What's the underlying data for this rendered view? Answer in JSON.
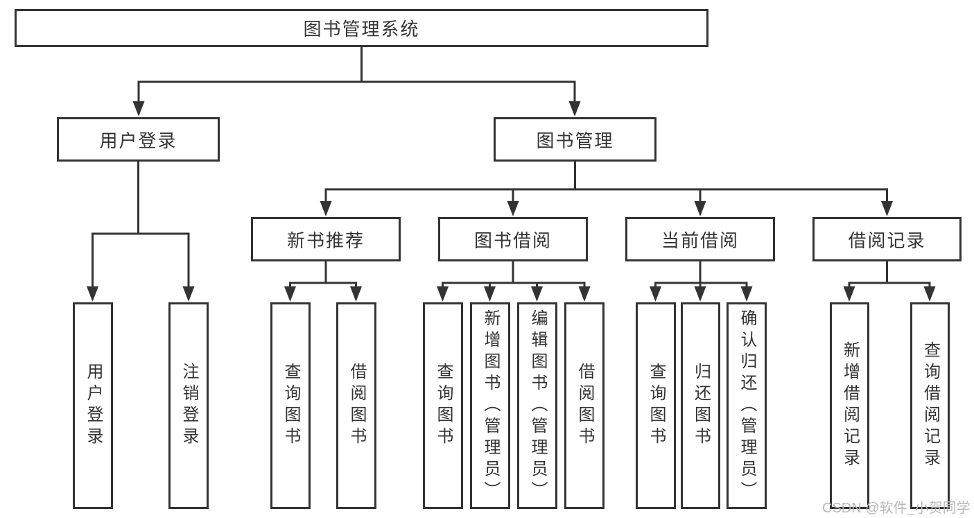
{
  "diagram": {
    "type": "hierarchy-tree",
    "tree": {
      "root": "图书管理系统",
      "user_login": {
        "label": "用户登录",
        "leaves": [
          "用户登录",
          "注销登录"
        ]
      },
      "book_mgmt": {
        "label": "图书管理"
      },
      "new_book_rec": {
        "label": "新书推荐",
        "leaves": [
          "查询图书",
          "借阅图书"
        ]
      },
      "book_borrow": {
        "label": "图书借阅",
        "leaves": [
          "查询图书",
          "新增图书（管理员）",
          "编辑图书（管理员）",
          "借阅图书"
        ]
      },
      "current_borrow": {
        "label": "当前借阅",
        "leaves": [
          "查询图书",
          "归还图书",
          "确认归还（管理员）"
        ]
      },
      "borrow_records": {
        "label": "借阅记录",
        "leaves": [
          "新增借阅记录",
          "查询借阅记录"
        ]
      }
    },
    "colors": {
      "line": "#333333",
      "text": "#333333",
      "box_background": "#ffffff",
      "background": "#ffffff",
      "watermark": "#b9b9b9"
    }
  },
  "watermark": "CSDN @软件_小贺同学"
}
